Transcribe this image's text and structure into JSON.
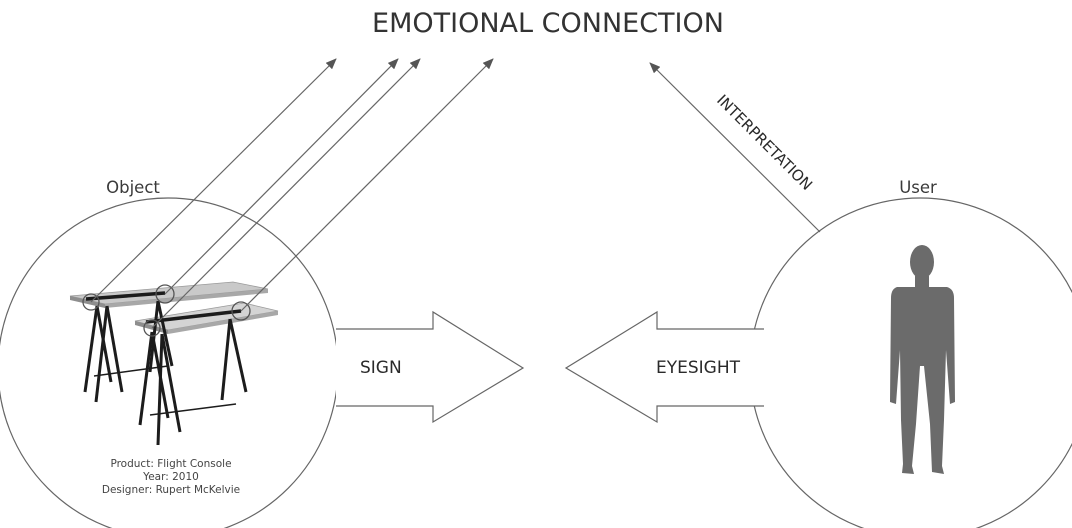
{
  "diagram": {
    "title": "EMOTIONAL CONNECTION",
    "object_label": "Object",
    "user_label": "User",
    "sign_label": "SIGN",
    "eyesight_label": "EYESIGHT",
    "interpretation_label": "INTERPRETATION",
    "product_info": {
      "product": "Product: Flight Console",
      "year": "Year: 2010",
      "designer": "Designer: Rupert McKelvie"
    }
  },
  "colors": {
    "line": "#666666",
    "arrowhead": "#555555",
    "silhouette": "#6b6b6b",
    "table_top": "#c9c9c9",
    "table_legs": "#1c1c1c"
  },
  "icons": {
    "object": "table-icon",
    "user": "person-silhouette-icon"
  }
}
